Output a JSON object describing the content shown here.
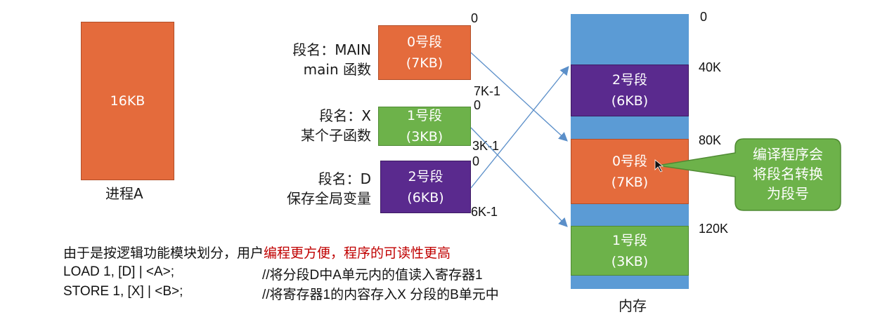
{
  "process": {
    "size_label": "16KB",
    "caption": "进程A"
  },
  "segments": [
    {
      "name_line1": "段名：MAIN",
      "name_line2": "main 函数",
      "title": "0号段",
      "size": "(7KB)",
      "start": "0",
      "end": "7K-1"
    },
    {
      "name_line1": "段名：X",
      "name_line2": "某个子函数",
      "title": "1号段",
      "size": "(3KB)",
      "start": "0",
      "end": "3K-1"
    },
    {
      "name_line1": "段名：D",
      "name_line2": "保存全局变量",
      "title": "2号段",
      "size": "(6KB)",
      "start": "0",
      "end": "6K-1"
    }
  ],
  "memory": {
    "caption": "内存",
    "addresses": [
      "0",
      "40K",
      "80K",
      "120K"
    ],
    "blocks": [
      {
        "title": "2号段",
        "size": "(6KB)"
      },
      {
        "title": "0号段",
        "size": "(7KB)"
      },
      {
        "title": "1号段",
        "size": "(3KB)"
      }
    ]
  },
  "callout": {
    "line1": "编译程序会",
    "line2": "将段名转换",
    "line3": "为段号"
  },
  "notes": {
    "line1_prefix": "由于是按逻辑功能模块划分，用户",
    "line1_highlight": "编程更方便，程序的可读性更高",
    "load_instr": "LOAD 1, [D] | <A>;",
    "load_comment": "//将分段D中A单元内的值读入寄存器1",
    "store_instr": "STORE 1, [X] | <B>;",
    "store_comment": "//将寄存器1的内容存入X 分段的B单元中"
  },
  "colors": {
    "orange": "#e46b3c",
    "green": "#6db24a",
    "purple": "#5a2a8e",
    "memory_blue": "#5b9bd5",
    "highlight_red": "#c00000",
    "arrow": "#5b8fc9"
  }
}
